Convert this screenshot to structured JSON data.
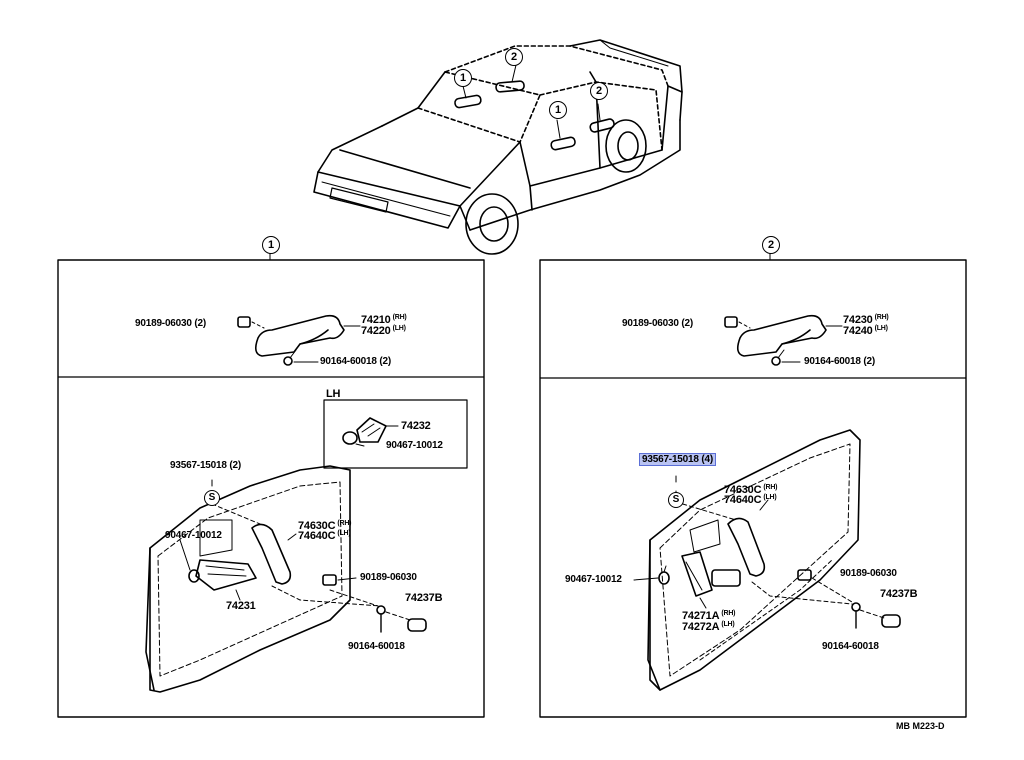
{
  "diagram": {
    "callout_1": "1",
    "callout_2": "2",
    "footer_code": "MB  M223-D",
    "car_callouts": [
      "1",
      "2",
      "1",
      "2"
    ],
    "panel1": {
      "header": "1",
      "upper": {
        "clip_part": "90189-06030 (2)",
        "handle_rh": "74210",
        "handle_lh": "74220",
        "rh_tag": "(RH)",
        "lh_tag": "(LH)",
        "screw_part": "90164-60018 (2)"
      },
      "lower": {
        "inset_title": "LH",
        "inset_part": "74232",
        "inset_clip": "90467-10012",
        "cover_part": "93567-15018 (2)",
        "s_mark": "S",
        "clip_part": "90467-10012",
        "grip_rh": "74630C",
        "grip_lh": "74640C",
        "rh_tag": "(RH)",
        "lh_tag": "(LH)",
        "bezel_part": "74231",
        "clip2_part": "90189-06030",
        "cap_part": "74237B",
        "screw_part": "90164-60018"
      }
    },
    "panel2": {
      "header": "2",
      "upper": {
        "clip_part": "90189-06030 (2)",
        "handle_rh": "74230",
        "handle_lh": "74240",
        "rh_tag": "(RH)",
        "lh_tag": "(LH)",
        "screw_part": "90164-60018 (2)"
      },
      "lower": {
        "cover_part": "93567-15018 (4)",
        "s_mark": "S",
        "grip_rh": "74630C",
        "grip_lh": "74640C",
        "rh_tag": "(RH)",
        "lh_tag": "(LH)",
        "clip_part": "90467-10012",
        "bezel_rh": "74271A",
        "bezel_lh": "74272A",
        "clip2_part": "90189-06030",
        "cap_part": "74237B",
        "screw_part": "90164-60018"
      }
    }
  }
}
